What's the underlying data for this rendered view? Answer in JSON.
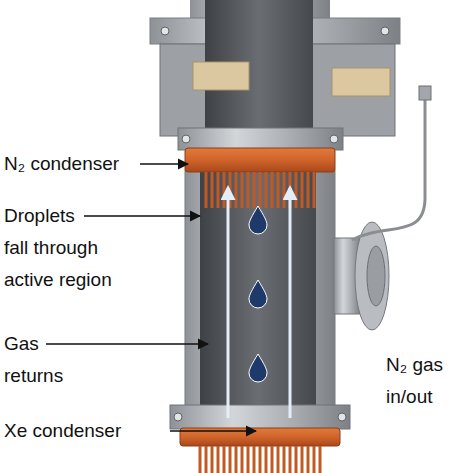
{
  "diagram": {
    "labels": [
      "N₂ condenser",
      "Droplets fall through active region",
      "Gas returns",
      "N₂ gas in/out",
      "Xe condenser"
    ]
  }
}
